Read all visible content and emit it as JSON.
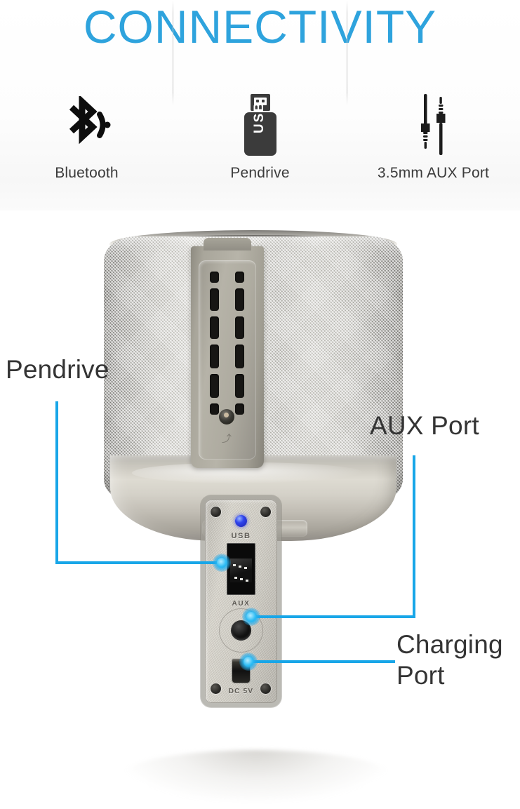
{
  "header": {
    "title": "CONNECTIVITY",
    "title_color": "#2ea3dd",
    "features": [
      {
        "icon": "bluetooth-icon",
        "label": "Bluetooth"
      },
      {
        "icon": "pendrive-icon",
        "label": "Pendrive",
        "icon_text": "USB"
      },
      {
        "icon": "aux-jack-icon",
        "label": "3.5mm AUX Port"
      }
    ]
  },
  "product": {
    "name": "portable-bluetooth-speaker",
    "port_panel": {
      "usb_label": "USB",
      "aux_label": "AUX",
      "power_label": "DC 5V"
    },
    "flap": {
      "arrow_glyph": "⤴"
    }
  },
  "callouts": [
    {
      "name": "pendrive",
      "label": "Pendrive",
      "line_color": "#18a6e8"
    },
    {
      "name": "aux-port",
      "label": "AUX Port",
      "line_color": "#18a6e8"
    },
    {
      "name": "charging-port",
      "label": "Charging\nPort",
      "line_color": "#18a6e8"
    }
  ],
  "colors": {
    "accent_blue": "#18a6e8",
    "title_blue": "#2ea3dd",
    "label_gray": "#343434",
    "icon_dark": "#3b3b3b"
  }
}
